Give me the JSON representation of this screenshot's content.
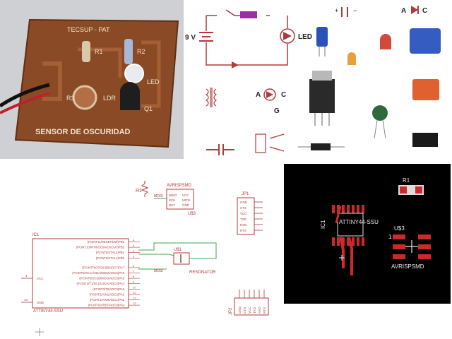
{
  "pcb_photo": {
    "board_title": "TECSUP - PAT",
    "labels": [
      "R1",
      "R2",
      "R3",
      "LDR",
      "LED",
      "Q1"
    ],
    "caption": "SENSOR DE OSCURIDAD"
  },
  "components_diagram": {
    "battery_label": "9 V",
    "led_label": "LED",
    "cap_plus": "+",
    "cap_minus": "−",
    "diode_anode": "A",
    "diode_cathode": "C",
    "scr_anode": "A",
    "scr_cathode": "C",
    "scr_gate": "G"
  },
  "schematic": {
    "r1_label": "R1",
    "avr_name": "AVRISPSMD",
    "avr_ref": "U$3",
    "avr_pins_left": [
      "MISO",
      "SCK",
      "RST"
    ],
    "avr_pins_right": [
      "VCC",
      "MOSI",
      "GND"
    ],
    "mosi_net": "MOSI",
    "jp1_label": "JP1",
    "jp1_pins": [
      "GND",
      "CTS",
      "VCC",
      "TXD",
      "RXD",
      "RTS"
    ],
    "ic1_label": "IC1",
    "ic1_part": "ATTINY44-SSU",
    "ic1_vcc": "VCC",
    "ic1_gnd": "GND",
    "ic1_vcc_num": "1",
    "ic1_gnd_num": "14",
    "ic1_pins": [
      "(PCINT11/RESET/DW)PB3",
      "(PCINT10/INT0/OC0A/CKOUT)PB2",
      "(PCINT9/XTAL2)PB1",
      "(PCINT8/XTAL1)PB0",
      "(PCINT7/ICP/OC0B/ADC7)PA7",
      "(PCINT6/OC1A/SDA/MOSI/ADC6)PA6",
      "(PCINT5/OC1B/MISO/ADC5)PA5",
      "(PCINT4/T1/SCL/USCK/ADC4)PA4",
      "(PCINT3/T0/ADC3)PA3",
      "(PCINT2/AIN1/ADC2)PA2",
      "(PCINT1/AIN0/ADC1)PA1",
      "(PCINT0/AREF/ADC0)PA0"
    ],
    "ic1_pin_numbers": [
      "4",
      "5",
      "2",
      "3",
      "6",
      "7",
      "8",
      "9",
      "10",
      "11",
      "12",
      "13"
    ],
    "u1_label": "U$1",
    "resonator_label": "RESONATOR",
    "jp2_label": "JP2",
    "jp2_pins": [
      "GND",
      "CTS",
      "VCC",
      "TXD",
      "RXD",
      "RTS"
    ]
  },
  "board": {
    "r1_label": "R1",
    "ic1_label": "IC1",
    "ic1_part": "ATTINY44-SSU",
    "u3_label": "U$3",
    "avr_label": "AVRISPSMD",
    "pin1_marker": "1"
  },
  "colors": {
    "pcb_brown": "#8a4a25",
    "schematic_red": "#b03a3a",
    "pad_red": "#cc2a2a",
    "wire_green": "#3aa84a"
  }
}
